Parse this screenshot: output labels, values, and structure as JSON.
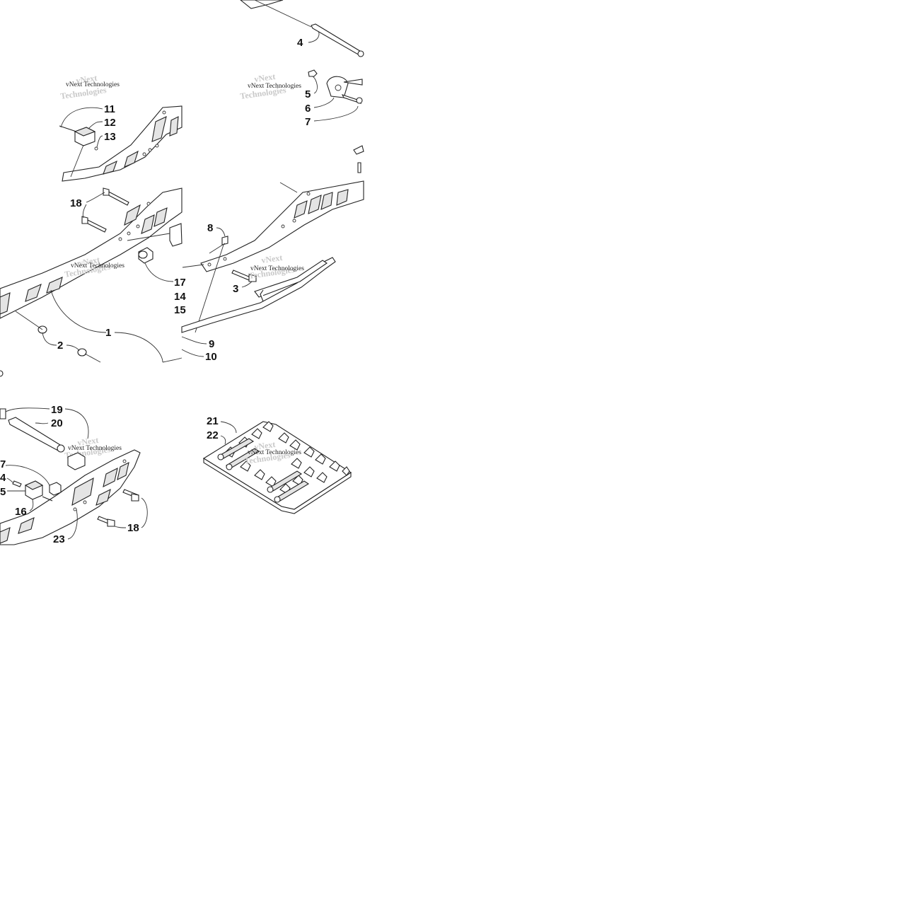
{
  "diagram": {
    "watermark": "vNext Technologies",
    "callouts": {
      "c1": "1",
      "c2": "2",
      "c3": "3",
      "c4": "4",
      "c5": "5",
      "c6": "6",
      "c7": "7",
      "c8": "8",
      "c9": "9",
      "c10": "10",
      "c11": "11",
      "c12": "12",
      "c13": "13",
      "c14": "14",
      "c15": "15",
      "c16": "16",
      "c17": "17",
      "c18": "18",
      "c19": "19",
      "c20": "20",
      "c21": "21",
      "c22": "22",
      "c23": "23",
      "t17": "17",
      "t14": "14",
      "t15": "15",
      "b17": "7",
      "b14": "4",
      "b15": "5"
    }
  }
}
